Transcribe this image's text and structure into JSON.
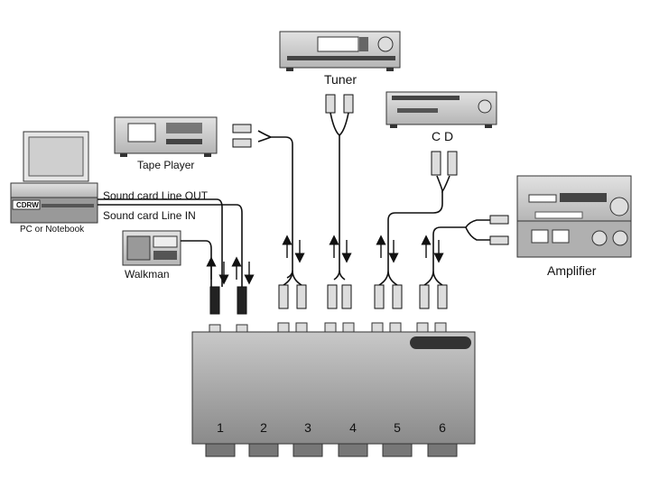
{
  "devices": {
    "tuner": "Tuner",
    "cd": "C D",
    "tape": "Tape Player",
    "pc": "PC or Notebook",
    "pc_badge": "CDRW",
    "walkman": "Walkman",
    "amplifier": "Amplifier"
  },
  "soundcard": {
    "line_out": "Sound card Line OUT",
    "line_in": "Sound card Line IN"
  },
  "switchbox": {
    "ports": [
      "1",
      "2",
      "3",
      "4",
      "5",
      "6"
    ]
  }
}
